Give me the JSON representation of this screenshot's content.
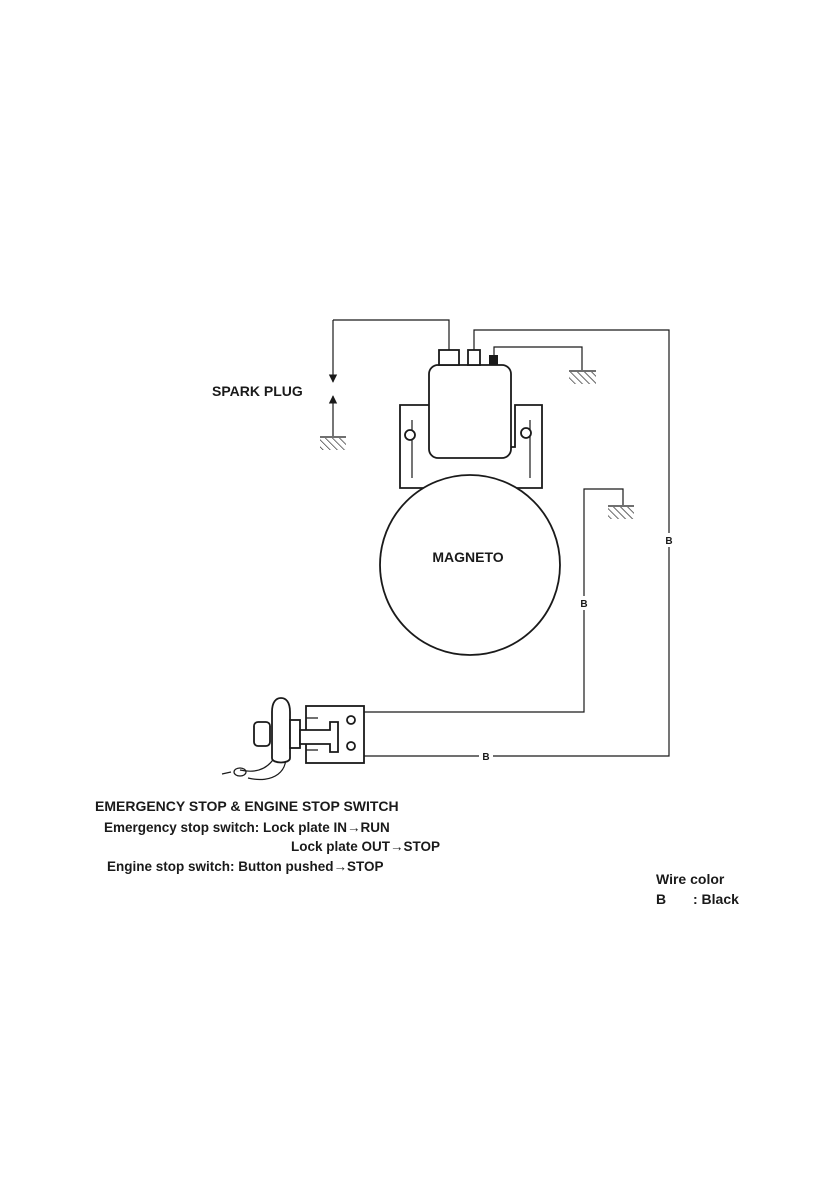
{
  "labels": {
    "spark_plug": "SPARK PLUG",
    "magneto": "MAGNETO",
    "wire_code": "B"
  },
  "caption": {
    "title": "EMERGENCY STOP & ENGINE STOP SWITCH",
    "line1": "Emergency stop switch: Lock plate IN→RUN",
    "line2": "Lock plate OUT→STOP",
    "line3": "Engine stop switch: Button pushed→STOP"
  },
  "legend": {
    "title": "Wire color",
    "code": "B",
    "meaning": ": Black"
  },
  "colors": {
    "ink": "#1a1a1a",
    "background": "#ffffff"
  }
}
